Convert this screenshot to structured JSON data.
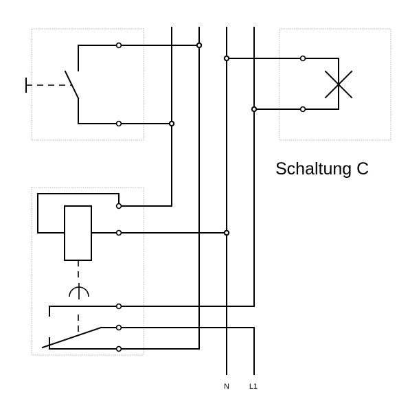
{
  "diagram": {
    "title": "Schaltung C",
    "conductors": {
      "neutral_label": "N",
      "phase_label": "L1"
    }
  }
}
